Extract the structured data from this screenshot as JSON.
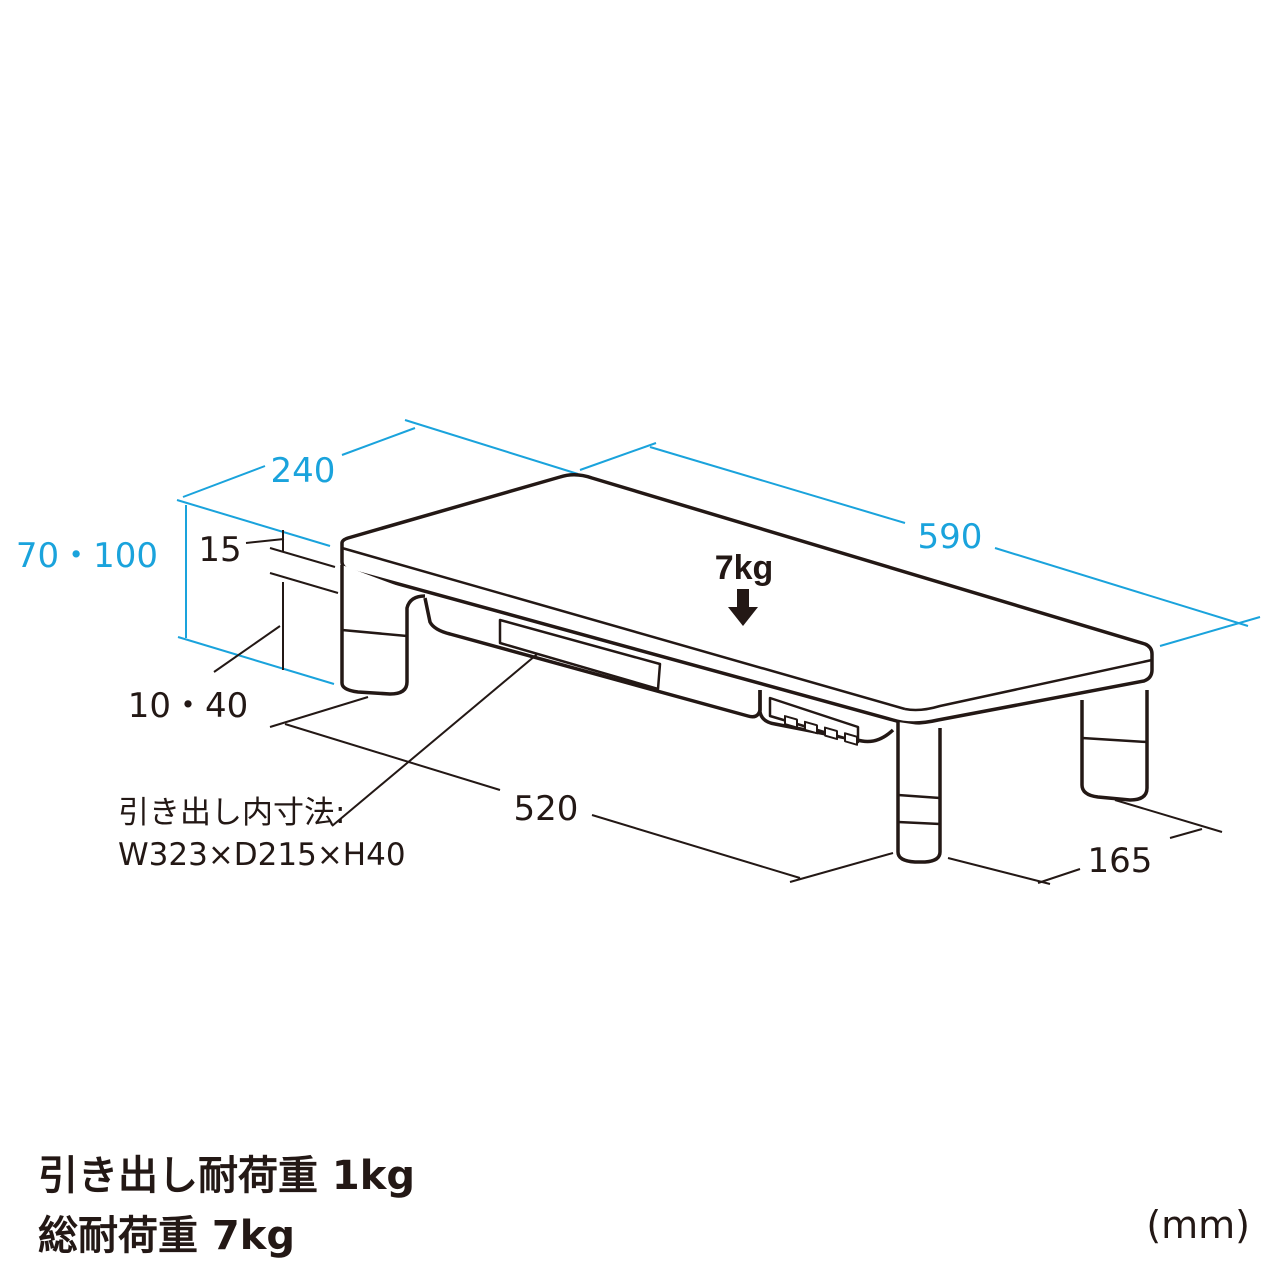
{
  "dimensions": {
    "depth": "240",
    "width": "590",
    "height": "70・100",
    "top_thickness": "15",
    "clearance": "10・40",
    "leg_span_width": "520",
    "leg_span_depth": "165"
  },
  "load_marker": "7kg",
  "drawer_note": {
    "line1": "引き出し内寸法:",
    "line2": "W323×D215×H40"
  },
  "specs": {
    "drawer_load": "引き出し耐荷重 1kg",
    "total_load": "総耐荷重 7kg"
  },
  "unit": "(mm)",
  "colors": {
    "dimension_blue": "#1aa3dc",
    "line_black": "#231815"
  }
}
